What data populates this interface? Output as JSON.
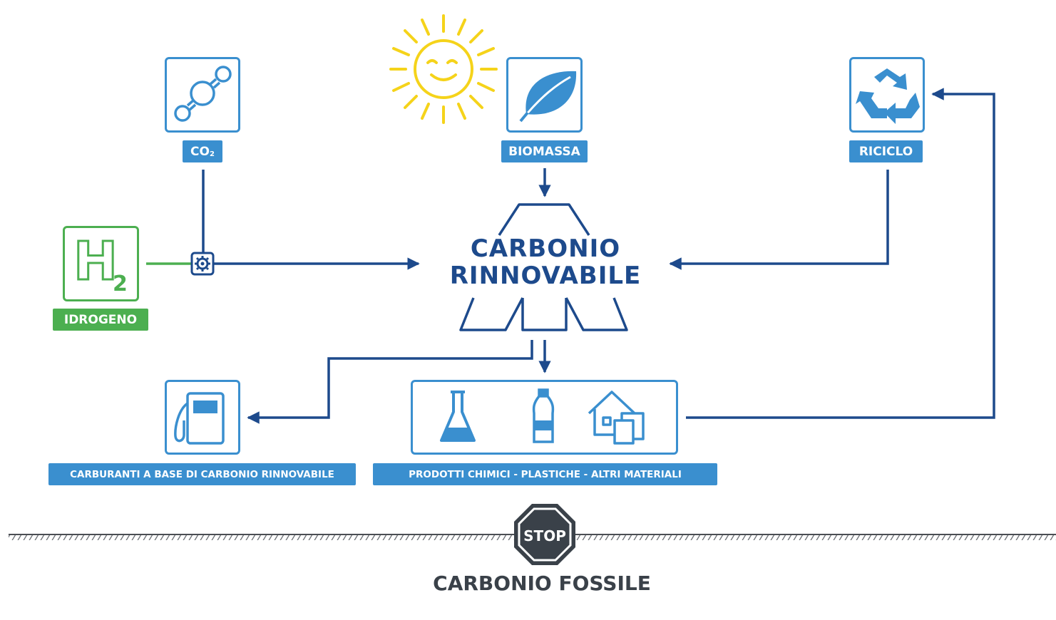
{
  "nodes": {
    "co2": {
      "label": "CO",
      "sub": "2"
    },
    "biomass": {
      "label": "BIOMASSA"
    },
    "recycle": {
      "label": "RICICLO"
    },
    "hydrogen": {
      "label": "IDROGENO",
      "symbol": "H",
      "sub": "2"
    },
    "fuels": {
      "label": "CARBURANTI A BASE DI CARBONIO RINNOVABILE"
    },
    "products": {
      "label": "PRODOTTI CHIMICI - PLASTICHE - ALTRI MATERIALI"
    }
  },
  "center": {
    "line1": "CARBONIO",
    "line2": "RINNOVABILE"
  },
  "stop": {
    "sign": "STOP",
    "caption": "CARBONIO FOSSILE"
  },
  "icons": [
    "sun-icon",
    "molecule-icon",
    "leaf-icon",
    "recycle-icon",
    "gear-icon",
    "fuel-pump-icon",
    "flask-icon",
    "bottle-icon",
    "house-icon"
  ],
  "colors": {
    "blue": "#3a8fcf",
    "navy": "#1d4a8c",
    "green": "#4caf50",
    "sun": "#f5d31a",
    "stop": "#3a4149"
  }
}
